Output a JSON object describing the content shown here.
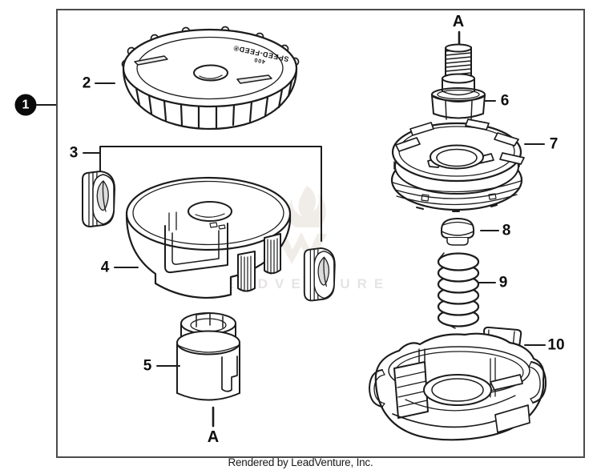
{
  "diagram": {
    "callouts": {
      "n1": "1",
      "n2": "2",
      "n3": "3",
      "n4": "4",
      "n5": "5",
      "n6": "6",
      "n7": "7",
      "n8": "8",
      "n9": "9",
      "n10": "10",
      "a_top": "A",
      "a_bottom": "A"
    },
    "cap": {
      "brand": "SPEED-FEED®",
      "model": "400"
    },
    "watermark": {
      "text": "LEADVENTURE"
    },
    "footer": {
      "text": "Rendered by LeadVenture, Inc."
    },
    "colors": {
      "line": "#1c1c1c",
      "border": "#4b4b4b",
      "watermark_text": "#e6e4e3",
      "watermark_logo": "#f0ede9",
      "shade": "#e9e9e9"
    }
  }
}
